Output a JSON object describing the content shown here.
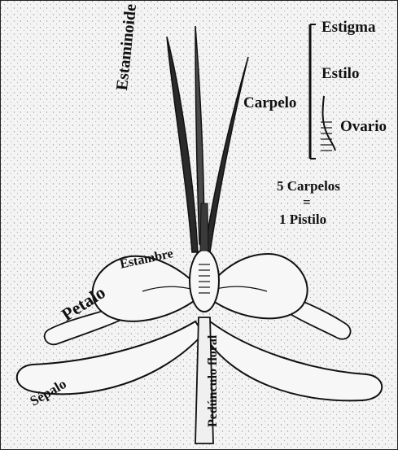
{
  "diagram": {
    "labels": {
      "estigma": "Estigma",
      "estilo": "Estilo",
      "carpelo": "Carpelo",
      "ovario": "Ovario",
      "carpelos_count": "5 Carpelos",
      "equals": "=",
      "pistilo": "1 Pistilo",
      "estaminoide": "Estaminoide",
      "estambre": "Estambre",
      "petalo": "Petalo",
      "sepalo": "Sépalo",
      "pedunculo": "Pedúnculo floral"
    },
    "colors": {
      "background": "#f4f4f4",
      "ink": "#111111",
      "petal_fill": "#f7f7f7",
      "dark_organ": "#2a2a2a"
    }
  }
}
